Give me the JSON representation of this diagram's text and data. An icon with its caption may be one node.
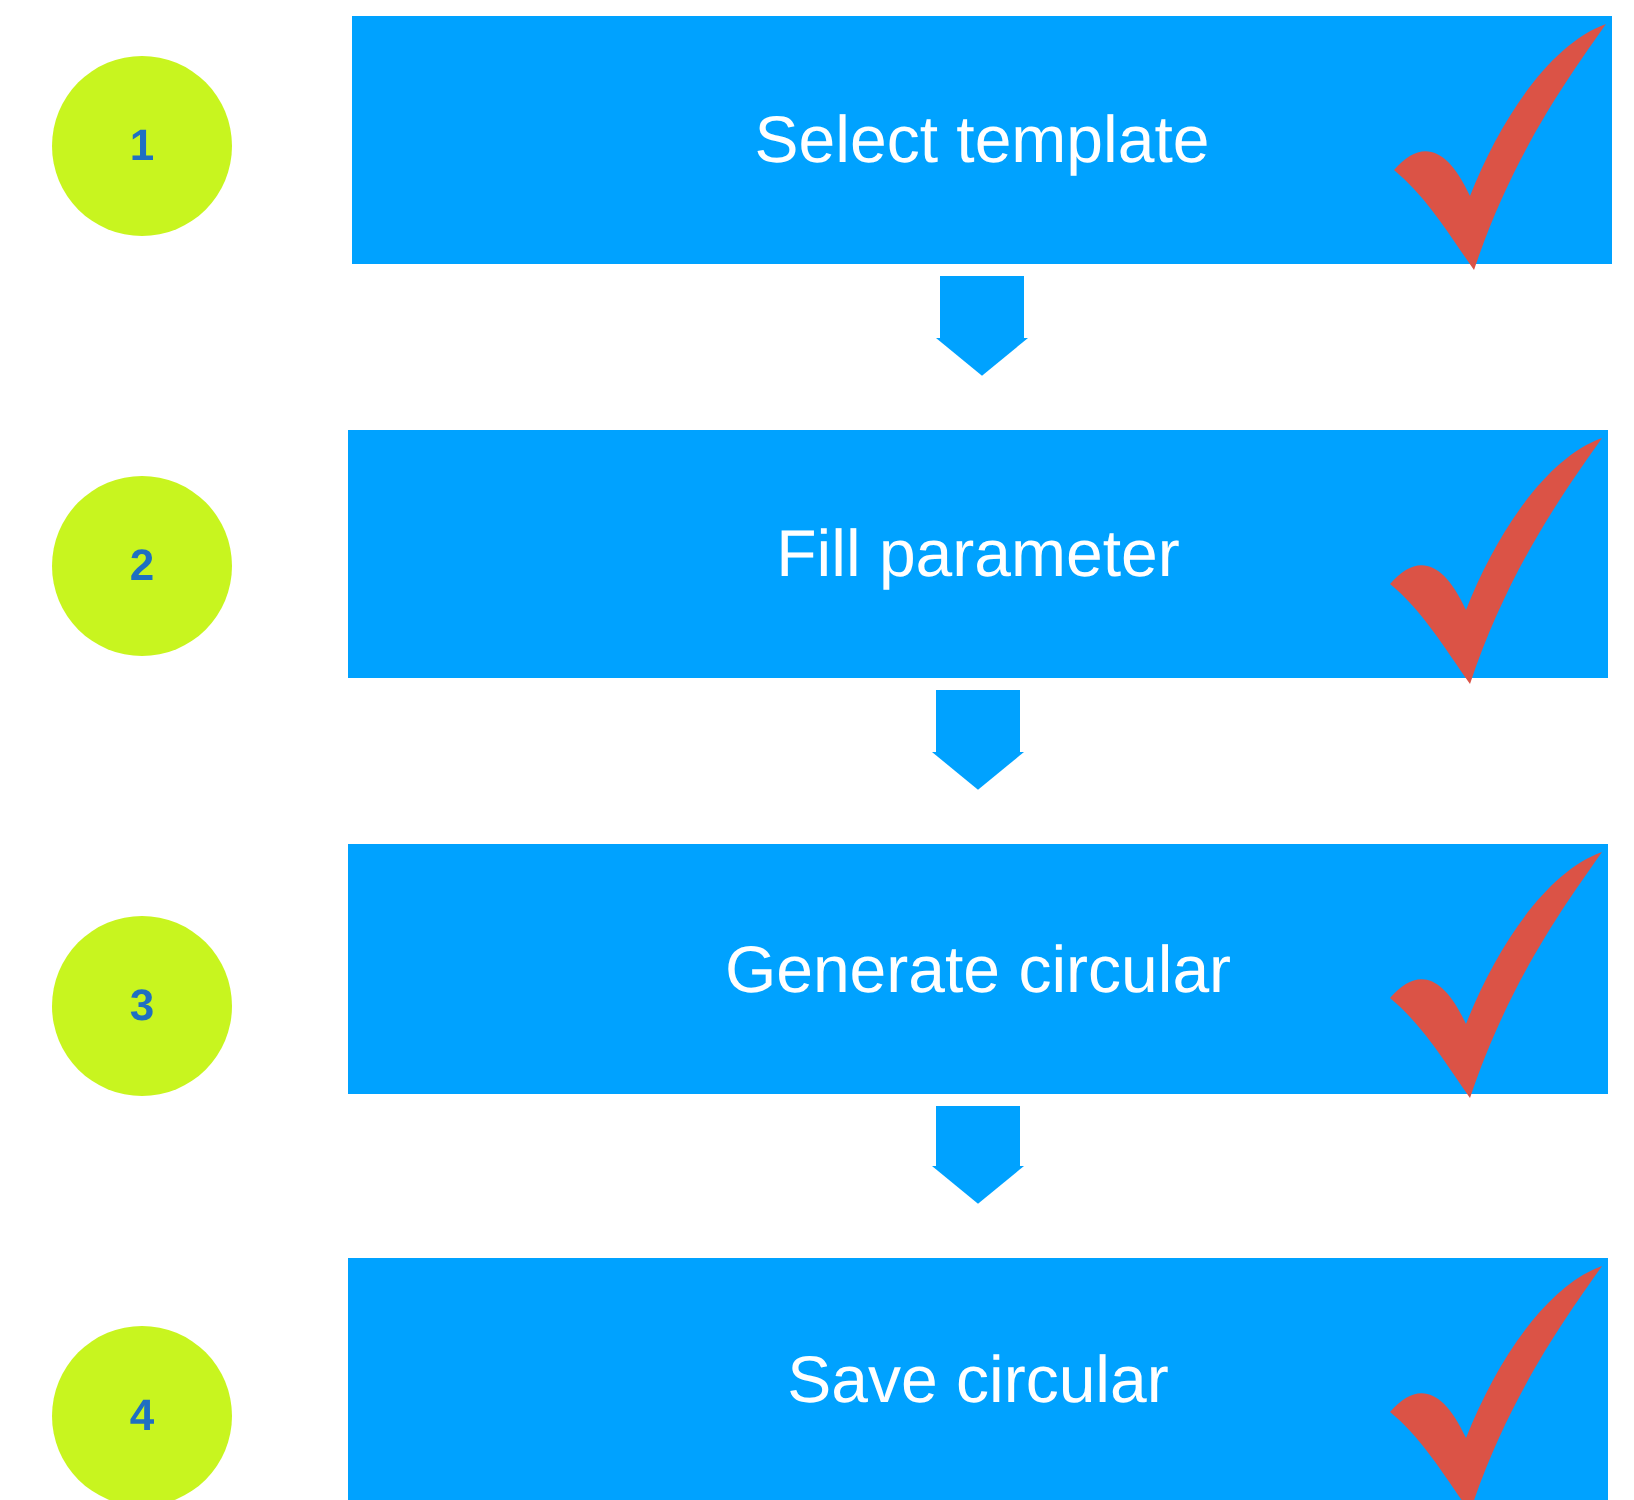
{
  "diagram": {
    "nodes": [
      {
        "text": [
          "1"
        ]
      },
      {
        "text": [
          "Select template"
        ]
      },
      {
        "text": [
          "2"
        ]
      },
      {
        "text": [
          "Fill parameter"
        ]
      },
      {
        "text": [
          "3"
        ]
      },
      {
        "text": [
          "Generate circular"
        ]
      },
      {
        "text": [
          "4"
        ]
      },
      {
        "text": [
          "Save circular"
        ]
      }
    ],
    "edges": [
      {
        "from": 1,
        "to": 3,
        "arrow": "to"
      },
      {
        "from": 3,
        "to": 5,
        "arrow": "to"
      },
      {
        "from": 5,
        "to": 7,
        "arrow": "to"
      }
    ]
  }
}
